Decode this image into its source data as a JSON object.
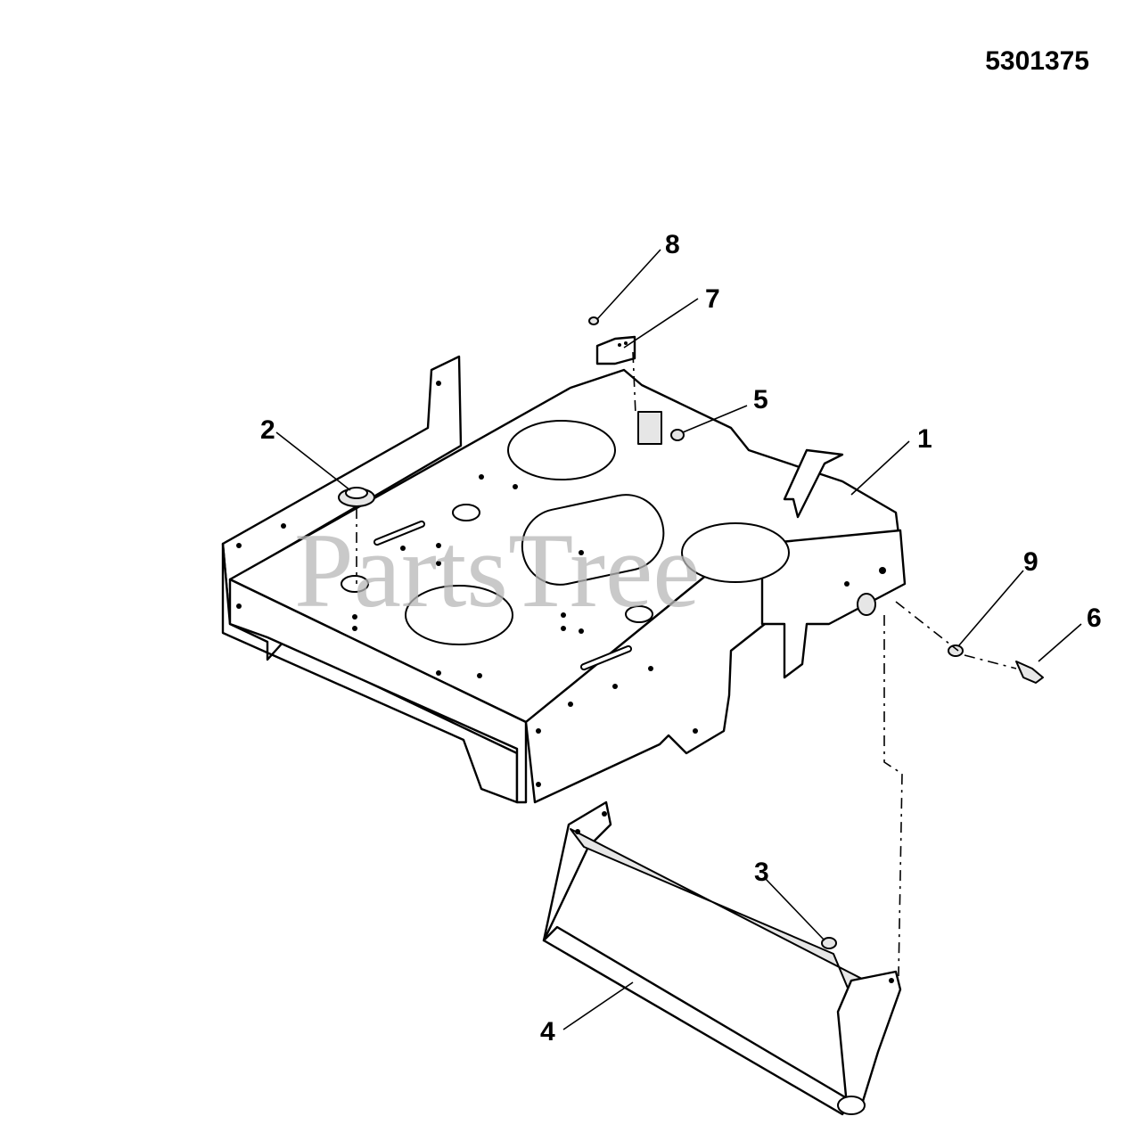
{
  "drawing_number": "5301375",
  "watermark": "PartsTree",
  "callouts": [
    {
      "id": "callout-1",
      "label": "1"
    },
    {
      "id": "callout-2",
      "label": "2"
    },
    {
      "id": "callout-3",
      "label": "3"
    },
    {
      "id": "callout-4",
      "label": "4"
    },
    {
      "id": "callout-5",
      "label": "5"
    },
    {
      "id": "callout-6",
      "label": "6"
    },
    {
      "id": "callout-7",
      "label": "7"
    },
    {
      "id": "callout-8",
      "label": "8"
    },
    {
      "id": "callout-9",
      "label": "9"
    }
  ]
}
